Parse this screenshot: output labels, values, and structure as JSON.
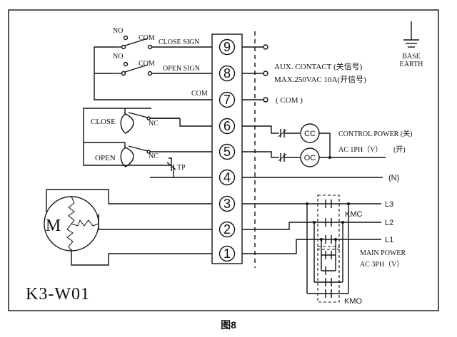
{
  "model": "K3-W01",
  "caption": "图8",
  "terminals": [
    "9",
    "8",
    "7",
    "6",
    "5",
    "4",
    "3",
    "2",
    "1"
  ],
  "switches": {
    "no": "NO",
    "com": "COM",
    "nc": "NC",
    "close_sign": "CLOSE SIGN",
    "open_sign": "OPEN SIGN",
    "close": "CLOSE",
    "open": "OPEN",
    "tp": "TP"
  },
  "right_labels": {
    "base": "BASE",
    "earth": "EARTH",
    "aux_contact": "AUX. CONTACT (关信号)",
    "aux_rating": "MAX.250VAC 10A(开信号)",
    "com_paren": "( COM )",
    "control_power": "CONTROL POWER (关)",
    "ac1ph": "AC 1PH（V）",
    "open_cn": "(开)",
    "neutral": "(N)",
    "l3": "L3",
    "l2": "L2",
    "l1": "L1",
    "kmc": "KMC",
    "kmo": "KMO",
    "main_power": "MAIN POWER",
    "ac3ph": "AC 3PH（V）"
  },
  "coils": {
    "cc": "CC",
    "oc": "OC"
  },
  "motor": {
    "symbol": "M"
  }
}
